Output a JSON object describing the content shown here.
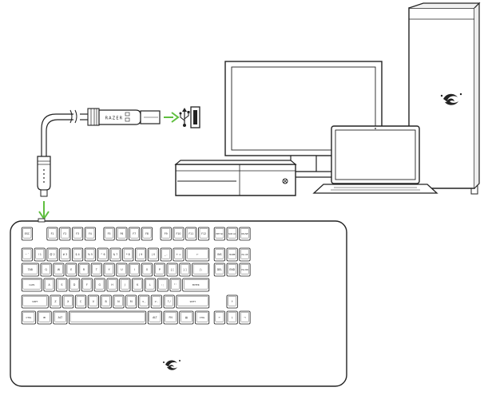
{
  "diagram": {
    "cable_brand_text": "RAZER",
    "accent_green": "#5fbf3f",
    "line_color": "#222222",
    "icons": [
      "usb-icon",
      "usb-port-icon",
      "razer-logo-icon"
    ]
  },
  "keyboard": {
    "rows": [
      [
        "ESC",
        "F1",
        "F2",
        "F3",
        "F4",
        "F5",
        "F6",
        "F7",
        "F8",
        "F9",
        "F10",
        "F11",
        "F12",
        "PRT SC",
        "SCR LK",
        "PAUSE"
      ],
      [
        "~ `",
        "! 1",
        "@ 2",
        "# 3",
        "$ 4",
        "% 5",
        "^ 6",
        "& 7",
        "* 8",
        "( 9",
        ") 0",
        "_ -",
        "+ =",
        "←",
        "INS",
        "HOME",
        "PG UP"
      ],
      [
        "TAB",
        "Q",
        "W",
        "E",
        "R",
        "T",
        "Y",
        "U",
        "I",
        "O",
        "P",
        "{ [",
        "} ]",
        "| \\",
        "DEL",
        "END",
        "PG DN"
      ],
      [
        "CAPS",
        "A",
        "S",
        "D",
        "F",
        "G",
        "H",
        "J",
        "K",
        "L",
        ": ;",
        "\" '",
        "ENTER"
      ],
      [
        "SHIFT",
        "Z",
        "X",
        "C",
        "V",
        "B",
        "N",
        "M",
        "< ,",
        "> .",
        "? /",
        "SHIFT",
        "↑"
      ],
      [
        "CTRL",
        "⊞",
        "ALT",
        "",
        "ALT",
        "FN",
        "▤",
        "CTRL",
        "←",
        "↓",
        "→"
      ]
    ]
  }
}
